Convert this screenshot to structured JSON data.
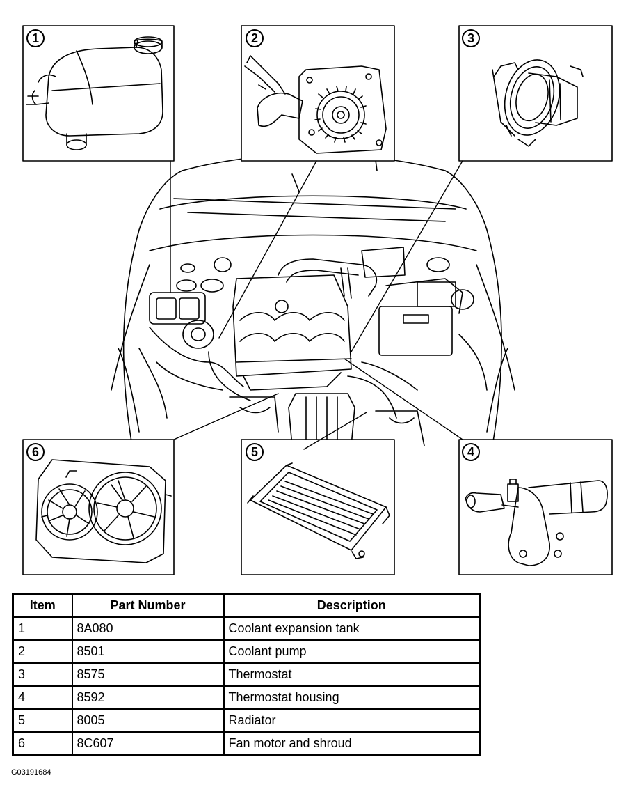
{
  "callouts": [
    "1",
    "2",
    "3",
    "4",
    "5",
    "6"
  ],
  "table": {
    "headers": [
      "Item",
      "Part Number",
      "Description"
    ],
    "rows": [
      {
        "item": "1",
        "part_number": "8A080",
        "description": "Coolant expansion tank"
      },
      {
        "item": "2",
        "part_number": "8501",
        "description": "Coolant pump"
      },
      {
        "item": "3",
        "part_number": "8575",
        "description": "Thermostat"
      },
      {
        "item": "4",
        "part_number": "8592",
        "description": "Thermostat housing"
      },
      {
        "item": "5",
        "part_number": "8005",
        "description": "Radiator"
      },
      {
        "item": "6",
        "part_number": "8C607",
        "description": "Fan motor and shroud"
      }
    ]
  },
  "figure_id": "G03191684"
}
